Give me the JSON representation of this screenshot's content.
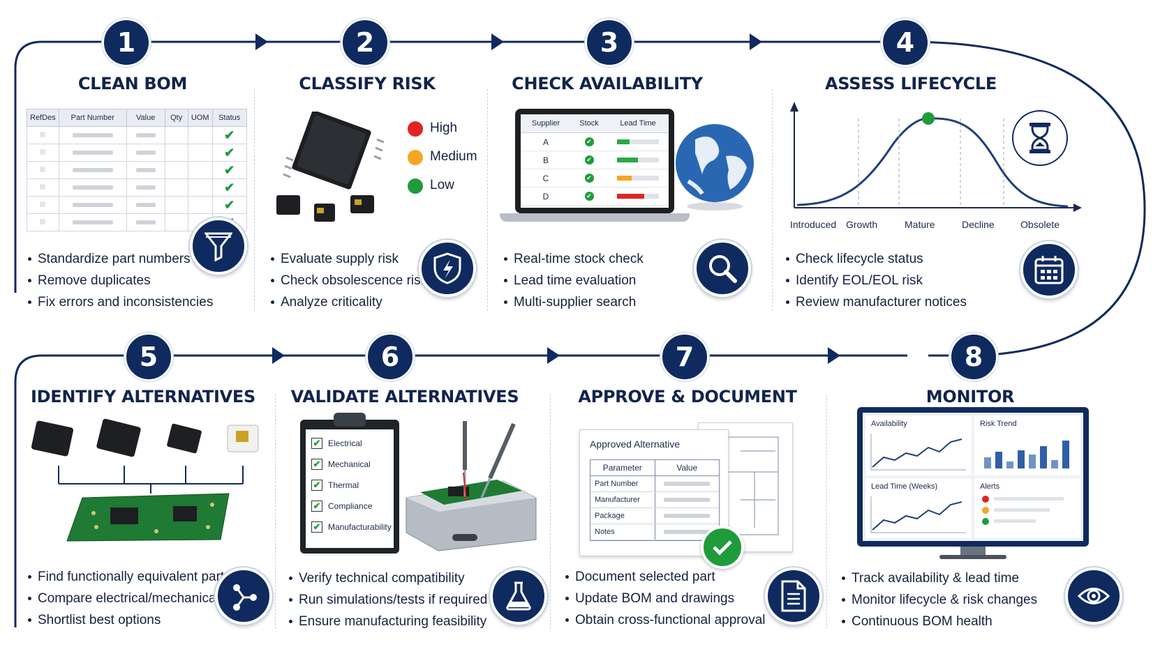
{
  "steps": [
    {
      "num": "1",
      "title": "CLEAN BOM",
      "bullets": [
        "Standardize part numbers",
        "Remove duplicates",
        "Fix errors and inconsistencies"
      ],
      "icon": "funnel-icon"
    },
    {
      "num": "2",
      "title": "CLASSIFY RISK",
      "bullets": [
        "Evaluate supply risk",
        "Check obsolescence risk",
        "Analyze criticality"
      ],
      "icon": "shield-icon"
    },
    {
      "num": "3",
      "title": "CHECK AVAILABILITY",
      "bullets": [
        "Real-time stock check",
        "Lead time evaluation",
        "Multi-supplier search"
      ],
      "icon": "magnifier-icon"
    },
    {
      "num": "4",
      "title": "ASSESS LIFECYCLE",
      "bullets": [
        "Check lifecycle status",
        "Identify EOL/EOL risk",
        "Review manufacturer notices"
      ],
      "icon": "calendar-icon"
    },
    {
      "num": "5",
      "title": "IDENTIFY ALTERNATIVES",
      "bullets": [
        "Find functionally equivalent parts",
        "Compare electrical/mechanical fit",
        "Shortlist best options"
      ],
      "icon": "network-icon"
    },
    {
      "num": "6",
      "title": "VALIDATE ALTERNATIVES",
      "bullets": [
        "Verify technical compatibility",
        "Run simulations/tests if required",
        "Ensure manufacturing feasibility"
      ],
      "icon": "flask-icon"
    },
    {
      "num": "7",
      "title": "APPROVE & DOCUMENT",
      "bullets": [
        "Document selected part",
        "Update BOM and drawings",
        "Obtain cross-functional approval"
      ],
      "icon": "document-icon"
    },
    {
      "num": "8",
      "title": "MONITOR",
      "bullets": [
        "Track availability & lead time",
        "Monitor lifecycle & risk changes",
        "Continuous BOM health"
      ],
      "icon": "eye-icon"
    }
  ],
  "bom_table": {
    "headers": [
      "RefDes",
      "Part Number",
      "Value",
      "Qty",
      "UOM",
      "Status"
    ],
    "row_count": 6
  },
  "risk_legend": [
    {
      "label": "High",
      "color": "#e02424"
    },
    {
      "label": "Medium",
      "color": "#f5a623"
    },
    {
      "label": "Low",
      "color": "#1f9b3b"
    }
  ],
  "supplier_table": {
    "headers": [
      "Supplier",
      "Stock",
      "Lead Time"
    ],
    "rows": [
      {
        "supplier": "A",
        "lead_color": "#2aa845",
        "lead_fill": 0.3
      },
      {
        "supplier": "B",
        "lead_color": "#2aa845",
        "lead_fill": 0.5
      },
      {
        "supplier": "C",
        "lead_color": "#f5a623",
        "lead_fill": 0.35
      },
      {
        "supplier": "D",
        "lead_color": "#e02424",
        "lead_fill": 0.65
      }
    ]
  },
  "lifecycle_stages": [
    "Introduced",
    "Growth",
    "Mature",
    "Decline",
    "Obsolete"
  ],
  "checklist": [
    "Electrical",
    "Mechanical",
    "Thermal",
    "Compliance",
    "Manufacturability"
  ],
  "approval_doc": {
    "title": "Approved Alternative",
    "headers": [
      "Parameter",
      "Value"
    ],
    "rows": [
      "Part Number",
      "Manufacturer",
      "Package",
      "Notes"
    ]
  },
  "dashboard": {
    "panels": [
      "Availability",
      "Risk Trend",
      "Lead Time (Weeks)",
      "Alerts"
    ],
    "alert_colors": [
      "#e02424",
      "#f5a623",
      "#1f9b3b"
    ]
  },
  "colors": {
    "navy": "#0f2a5f",
    "green": "#1f9b3b",
    "amber": "#f5a623",
    "red": "#e02424"
  }
}
